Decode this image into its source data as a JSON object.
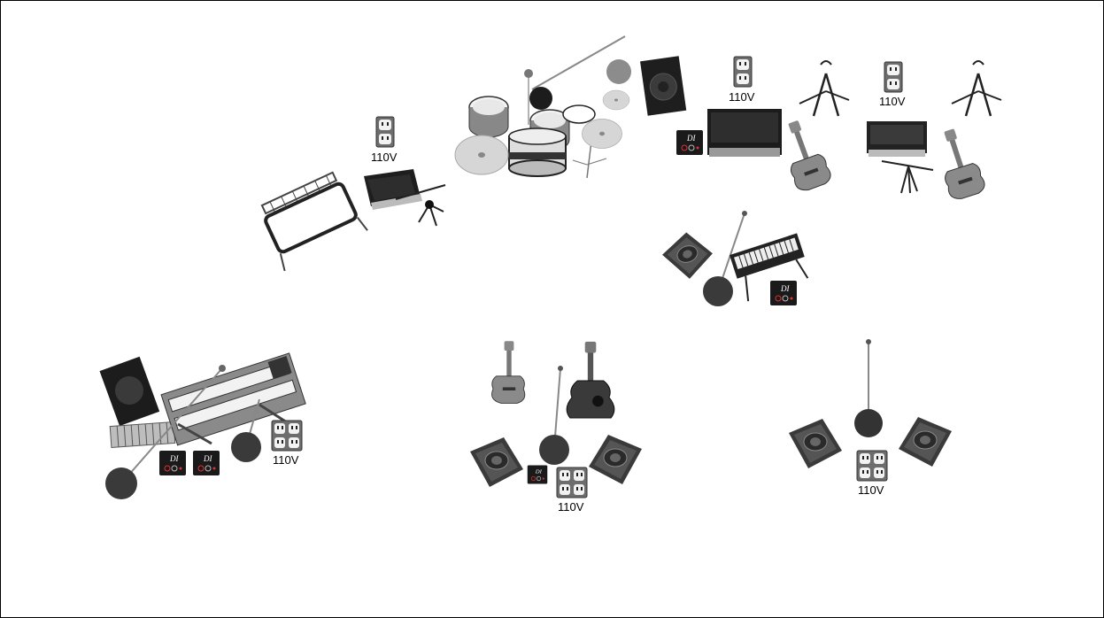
{
  "title": "",
  "outlet_label": "110V",
  "outlets": [
    {
      "id": "outlet-1",
      "label": "110V"
    },
    {
      "id": "outlet-2",
      "label": "110V"
    },
    {
      "id": "outlet-3",
      "label": "110V"
    },
    {
      "id": "outlet-4",
      "label": "110V"
    },
    {
      "id": "outlet-5",
      "label": "110V"
    },
    {
      "id": "outlet-6",
      "label": "110V"
    }
  ],
  "di_box_text": "DI",
  "colors": {
    "background": "#ffffff",
    "equipment_dark": "#2a2a2a",
    "equipment_mid": "#7a7a7a",
    "equipment_light": "#c8c8c8",
    "cymbal": "#d9d9d9"
  },
  "icons": [
    "drum-kit-icon",
    "cymbal-icon",
    "amplifier-icon",
    "speaker-cabinet-icon",
    "floor-monitor-icon",
    "microphone-stand-icon",
    "keyboard-icon",
    "guitar-icon",
    "guitar-stand-icon",
    "di-box-icon",
    "power-outlet-icon",
    "keyboard-stand-icon",
    "xylophone-icon"
  ]
}
